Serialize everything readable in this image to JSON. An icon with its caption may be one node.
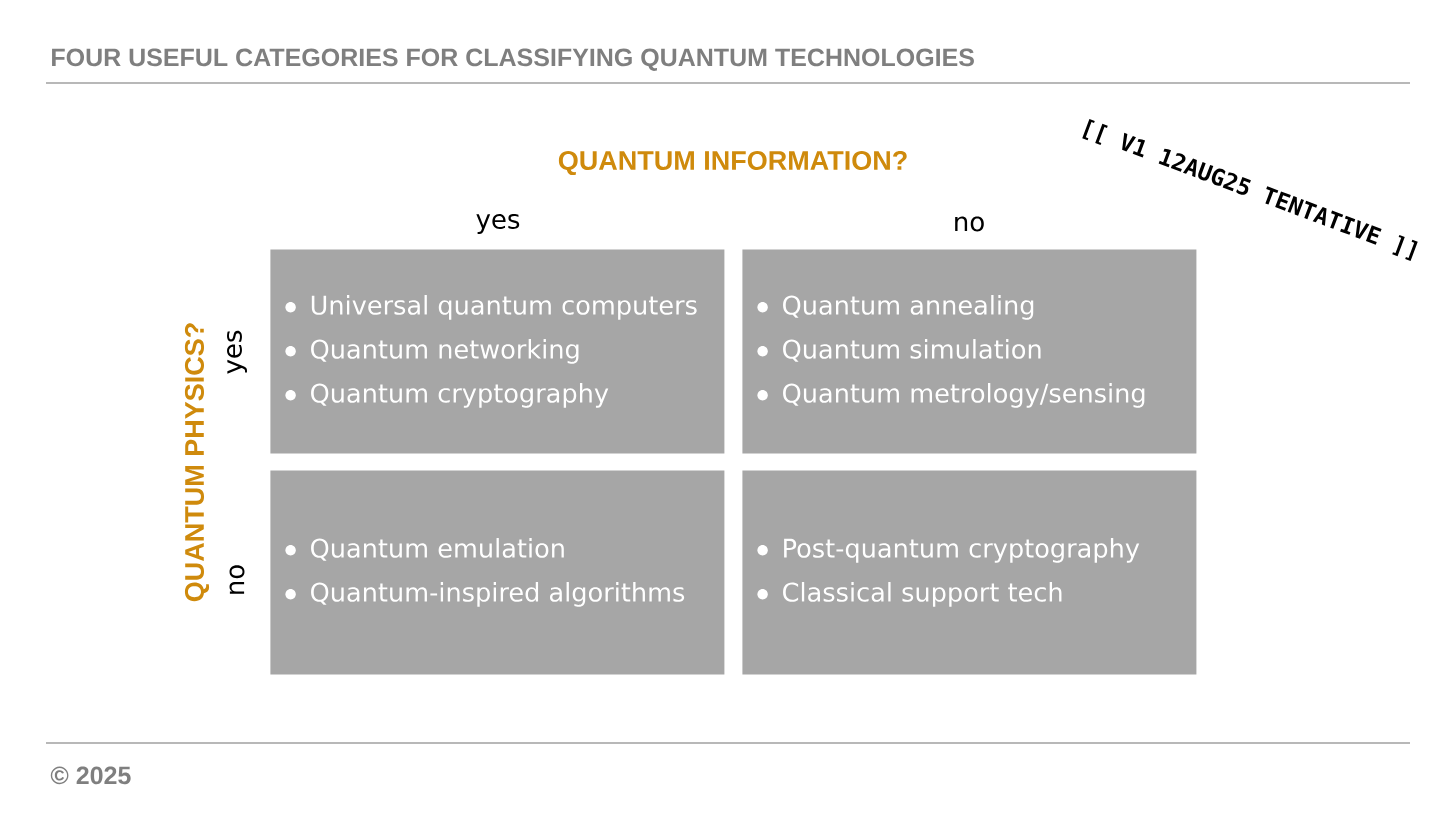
{
  "diagram": {
    "title": "FOUR USEFUL CATEGORIES FOR CLASSIFYING QUANTUM TECHNOLOGIES",
    "nodes": [
      {
        "text": [
          "Universal quantum computers",
          "Quantum networking",
          "Quantum cryptography"
        ]
      },
      {
        "text": [
          "Quantum annealing",
          "Quantum simulation",
          "Quantum metrology/sensing"
        ]
      },
      {
        "text": [
          "Quantum emulation",
          "Quantum-inspired algorithms"
        ]
      },
      {
        "text": [
          "Post-quantum cryptography",
          "Classical support tech"
        ]
      }
    ],
    "labels": [
      "QUANTUM INFORMATION?",
      "[[ V1 12AUG25 TENTATIVE ]]",
      "yes",
      "no",
      "QUANTUM PHYSICS?",
      "yes",
      "no",
      "© 2025"
    ]
  }
}
